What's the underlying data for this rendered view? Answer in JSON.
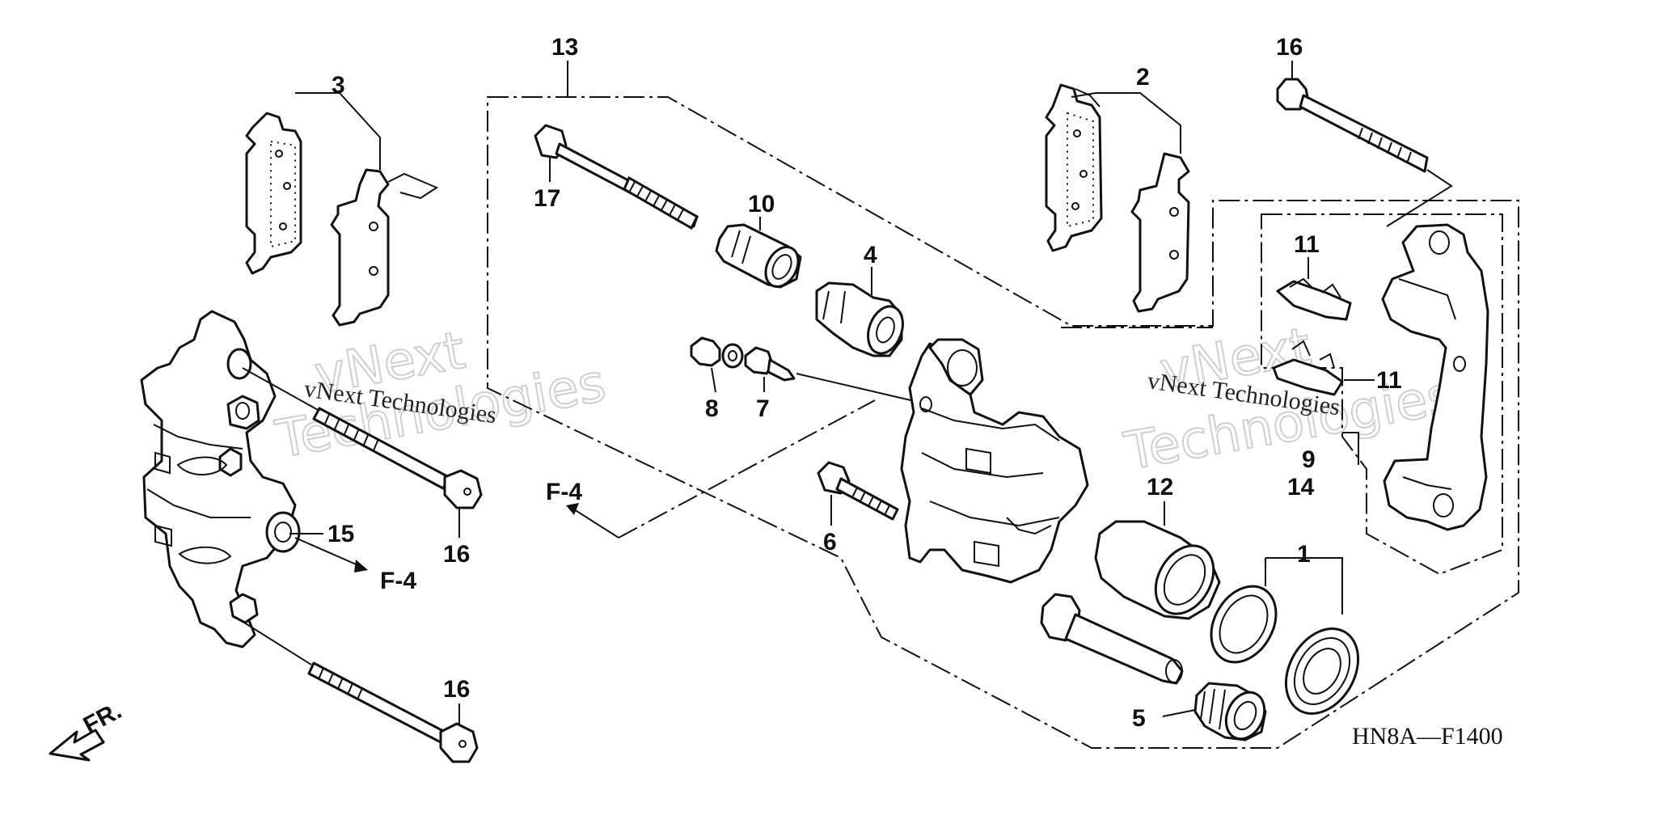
{
  "diagram": {
    "code": "HN8A—F1400",
    "watermark": {
      "brand_line": "vNext Technologies",
      "outline_top": "vNext",
      "outline_bottom": "Technologies"
    },
    "ref_f4": "F-4",
    "front_label": "FR.",
    "callouts": {
      "c1": "1",
      "c2": "2",
      "c3": "3",
      "c4": "4",
      "c5": "5",
      "c6": "6",
      "c7": "7",
      "c8": "8",
      "c9": "9",
      "c10": "10",
      "c11a": "11",
      "c11b": "11",
      "c12": "12",
      "c13": "13",
      "c14": "14",
      "c15": "15",
      "c16a": "16",
      "c16b": "16",
      "c16c": "16",
      "c17": "17"
    }
  }
}
